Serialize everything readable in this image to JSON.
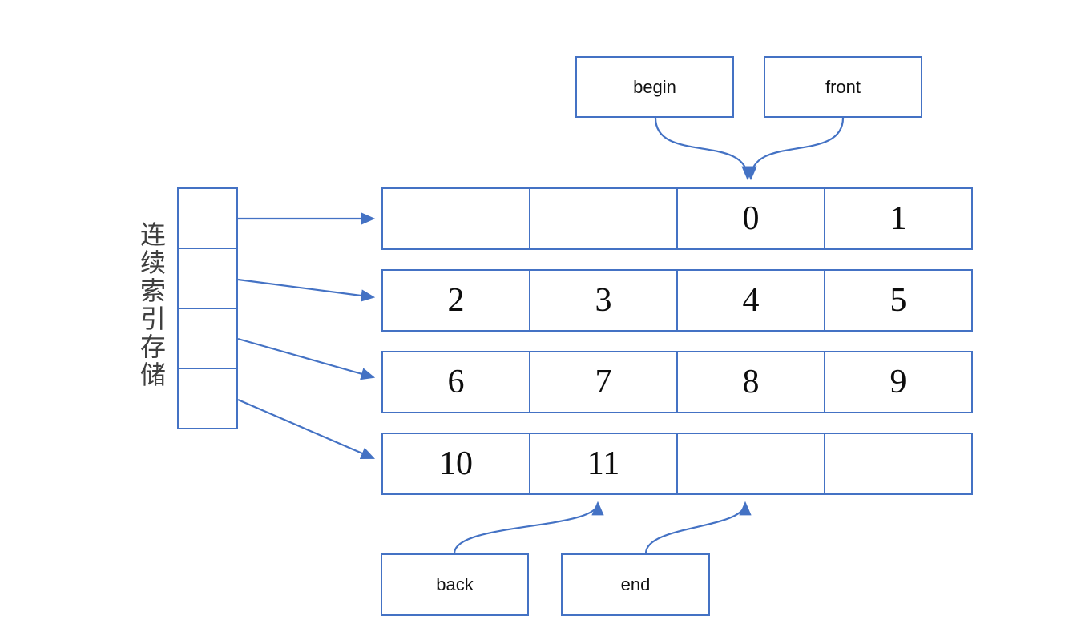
{
  "diagram": {
    "side_label": "连续索引存储",
    "accent_color": "#4472C4",
    "label_text_color": "#3f3f3f",
    "top_pointers": {
      "begin": "begin",
      "front": "front"
    },
    "bottom_pointers": {
      "back": "back",
      "end": "end"
    },
    "map_column": {
      "cells": [
        "",
        "",
        "",
        ""
      ]
    },
    "buffer_rows": [
      {
        "cells": [
          "",
          "",
          "0",
          "1"
        ]
      },
      {
        "cells": [
          "2",
          "3",
          "4",
          "5"
        ]
      },
      {
        "cells": [
          "6",
          "7",
          "8",
          "9"
        ]
      },
      {
        "cells": [
          "10",
          "11",
          "",
          ""
        ]
      }
    ]
  }
}
